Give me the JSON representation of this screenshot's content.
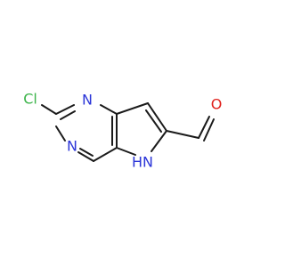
{
  "molecule": {
    "atoms": {
      "chlorine": {
        "label": "Cl",
        "color": "#3cb44a"
      },
      "ring_nitrogen_top": {
        "label": "N",
        "color": "#2b35d8"
      },
      "ring_nitrogen_left": {
        "label": "N",
        "color": "#2b35d8"
      },
      "pyrrole_nh": {
        "label": "H",
        "color": "#2b35d8",
        "n_label": "N"
      },
      "aldehyde_oxygen": {
        "label": "O",
        "color": "#e0201b"
      }
    },
    "bond_color": "#1a1a1a"
  }
}
